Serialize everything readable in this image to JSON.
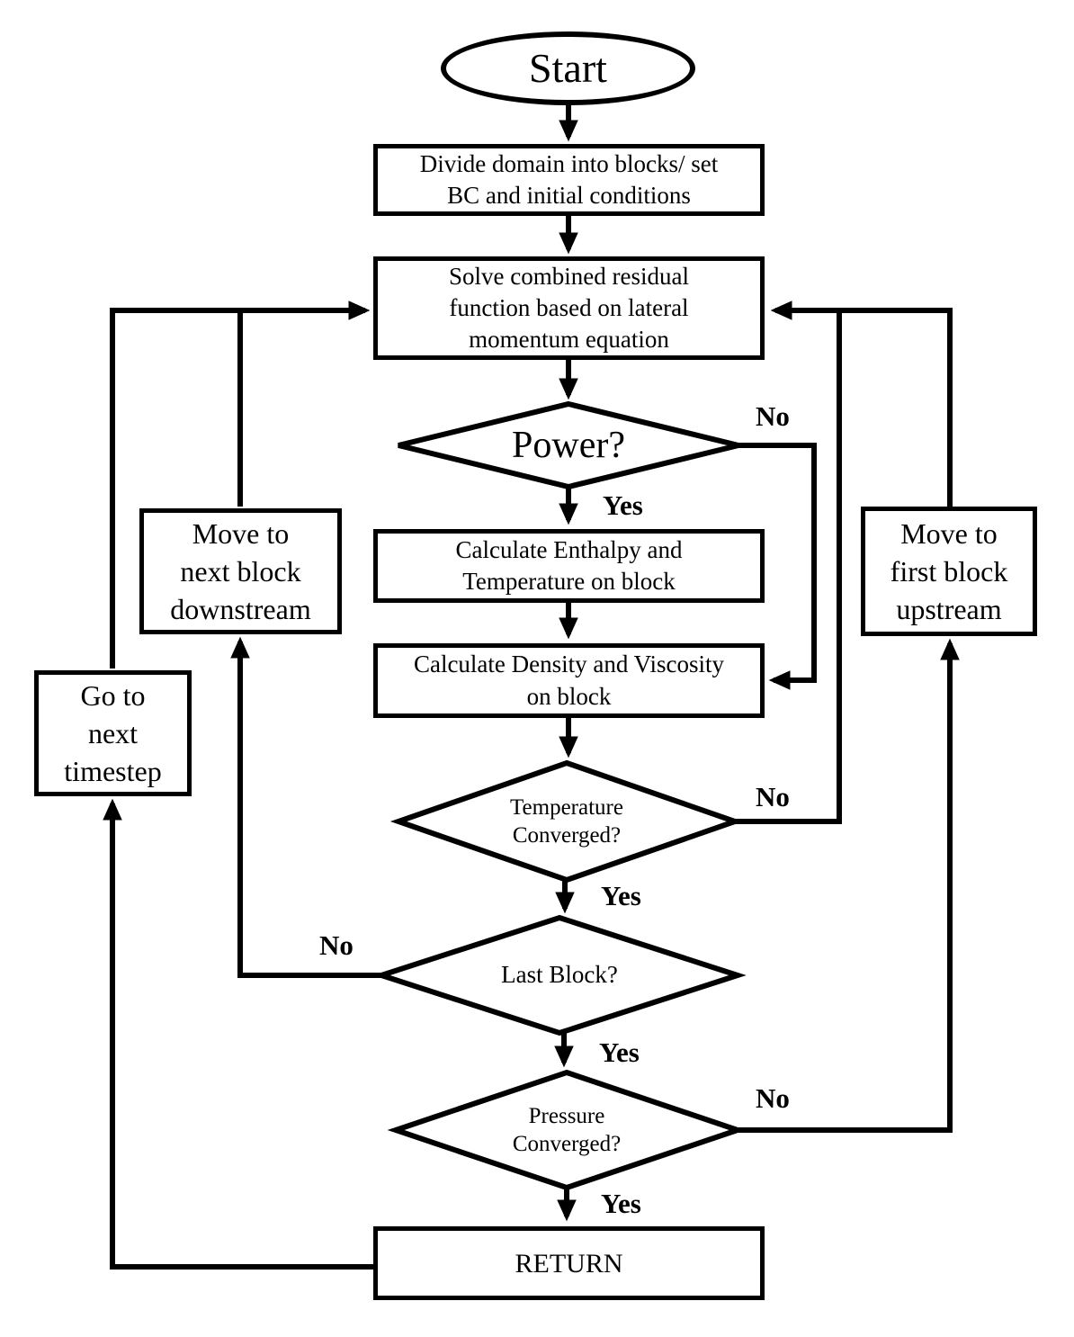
{
  "flowchart": {
    "nodes": {
      "start": {
        "label": "Start"
      },
      "divide": {
        "label": "Divide domain into blocks/ set\nBC and initial conditions"
      },
      "solve": {
        "label": "Solve combined residual\nfunction based on lateral\nmomentum equation"
      },
      "power": {
        "label": "Power?"
      },
      "enthalpy": {
        "label": "Calculate Enthalpy and\nTemperature on block"
      },
      "density": {
        "label": "Calculate Density and Viscosity\non block"
      },
      "temp_converged": {
        "label": "Temperature\nConverged?"
      },
      "last_block": {
        "label": "Last Block?"
      },
      "pressure_converged": {
        "label": "Pressure\nConverged?"
      },
      "return_step": {
        "label": "RETURN"
      },
      "move_downstream": {
        "label": "Move to\nnext block\ndownstream"
      },
      "next_timestep": {
        "label": "Go to\nnext\ntimestep"
      },
      "move_upstream": {
        "label": "Move to\nfirst block\nupstream"
      }
    },
    "edge_labels": {
      "power_yes": "Yes",
      "power_no": "No",
      "temp_yes": "Yes",
      "temp_no": "No",
      "last_yes": "Yes",
      "last_no": "No",
      "pressure_yes": "Yes",
      "pressure_no": "No"
    },
    "colors": {
      "ink": "#000000",
      "background": "#ffffff"
    }
  }
}
